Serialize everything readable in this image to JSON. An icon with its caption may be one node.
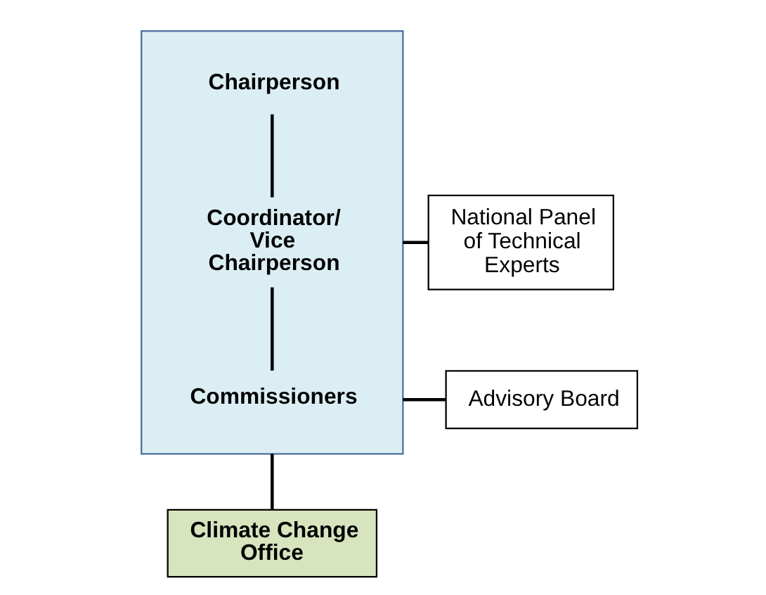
{
  "diagram": {
    "nodes": [
      {
        "text": [],
        "shape": "box"
      },
      {
        "text": [
          "Chairperson"
        ],
        "in": 0
      },
      {
        "text": [
          "Coordinator/ Vice Chairperson"
        ],
        "in": 0
      },
      {
        "text": [
          "Commissioners"
        ],
        "in": 0
      },
      {
        "text": [
          "National Panel of Technical Experts"
        ]
      },
      {
        "text": [
          "Advisory Board"
        ]
      },
      {
        "text": [
          "Climate Change Office"
        ]
      }
    ],
    "edges": [
      {
        "from": 1,
        "to": 2,
        "arrow": "none"
      },
      {
        "from": 2,
        "to": 3,
        "arrow": "none"
      },
      {
        "from": 0,
        "to": 4,
        "arrow": "none"
      },
      {
        "from": 0,
        "to": 5,
        "arrow": "none"
      },
      {
        "from": 0,
        "to": 6,
        "arrow": "none"
      }
    ]
  }
}
